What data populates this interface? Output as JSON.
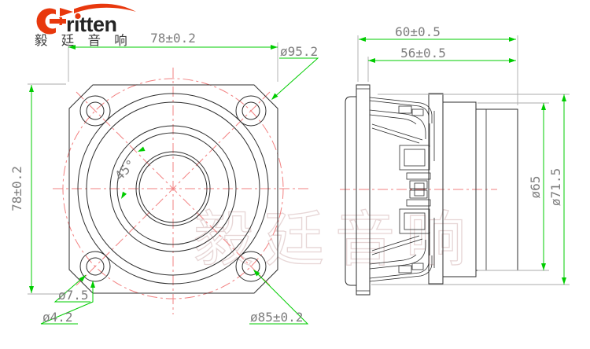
{
  "logo": {
    "brand": "ritten",
    "chinese": "毅 廷 音 响",
    "accent_color": "#e8380d"
  },
  "watermark": {
    "text": "毅廷音响"
  },
  "front_view": {
    "dim_width": "78±0.2",
    "dim_height": "78±0.2",
    "dim_flange_diagonal": "ø95.2",
    "dim_angle": "45°",
    "dim_counterbore": "ø7.5",
    "dim_hole": "ø4.2",
    "dim_bolt_circle": "ø85±0.2"
  },
  "side_view": {
    "dim_depth_total": "60±0.5",
    "dim_depth_frame": "56±0.5",
    "dim_magnet_diameter": "ø65",
    "dim_overall_diameter": "ø71.5"
  },
  "colors": {
    "outline": "#2e2e2e",
    "dimension_green": "#00cc00",
    "centerline_red": "#f28080",
    "dim_text_gray": "#7e7e7e",
    "watermark_pink": "#e7d6d6",
    "logo_red": "#e8380d"
  }
}
